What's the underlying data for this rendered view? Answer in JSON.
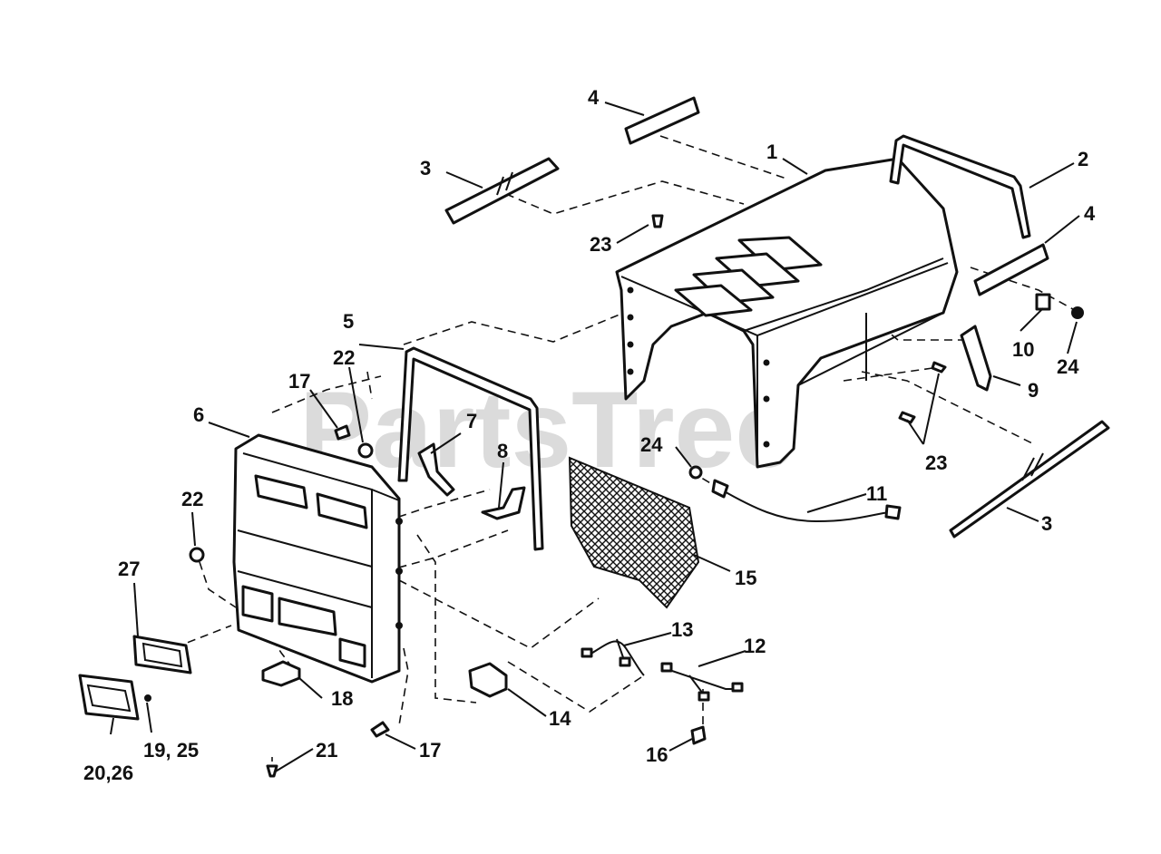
{
  "watermark": "PartsTree",
  "callouts": {
    "c1": "1",
    "c2": "2",
    "c3a": "3",
    "c3b": "3",
    "c4a": "4",
    "c4b": "4",
    "c5": "5",
    "c6": "6",
    "c7": "7",
    "c8": "8",
    "c9": "9",
    "c10": "10",
    "c11": "11",
    "c12": "12",
    "c13": "13",
    "c14": "14",
    "c15": "15",
    "c16": "16",
    "c17a": "17",
    "c17b": "17",
    "c18": "18",
    "c1925": "19, 25",
    "c2026": "20,26",
    "c21": "21",
    "c22a": "22",
    "c22b": "22",
    "c23a": "23",
    "c23b": "23",
    "c24a": "24",
    "c24b": "24",
    "c27": "27"
  }
}
